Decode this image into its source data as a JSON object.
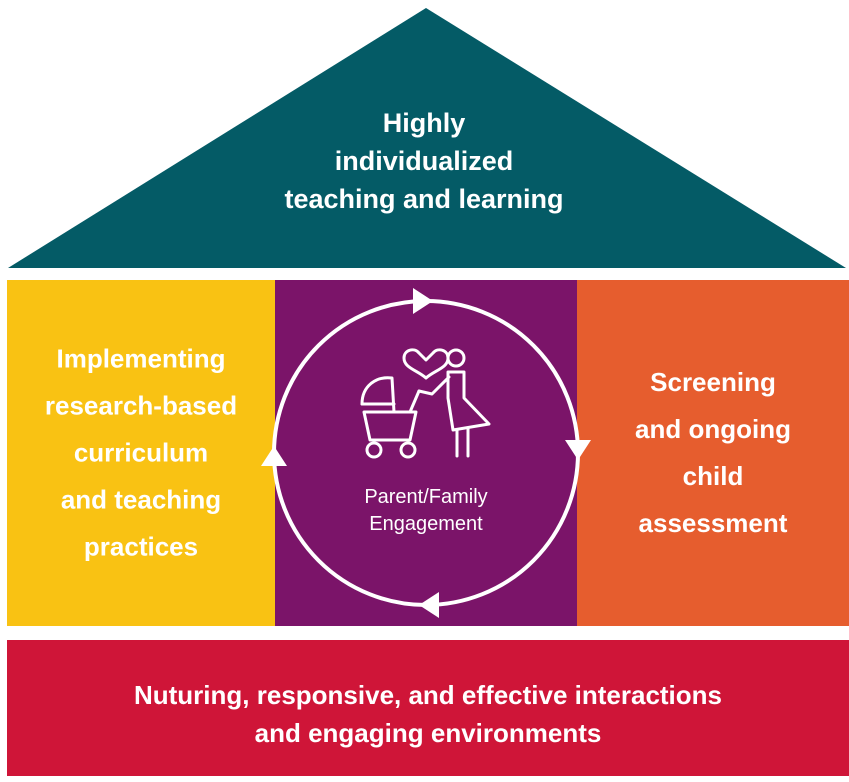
{
  "colors": {
    "roof": "#045b66",
    "left_pillar": "#f9c213",
    "center_pillar": "#7b1469",
    "right_pillar": "#e65d2e",
    "base": "#cf1538",
    "text": "#ffffff"
  },
  "roof": {
    "lines": [
      "Highly",
      "individualized",
      "teaching and learning"
    ]
  },
  "left_pillar": {
    "lines": [
      "Implementing",
      "research-based",
      "curriculum",
      "and teaching",
      "practices"
    ]
  },
  "center": {
    "icon": "parent-stroller-icon",
    "lines": [
      "Parent/Family",
      "Engagement"
    ]
  },
  "right_pillar": {
    "lines": [
      "Screening",
      "and ongoing",
      "child",
      "assessment"
    ]
  },
  "base": {
    "lines": [
      "Nuturing, responsive, and effective interactions",
      "and engaging environments"
    ]
  }
}
